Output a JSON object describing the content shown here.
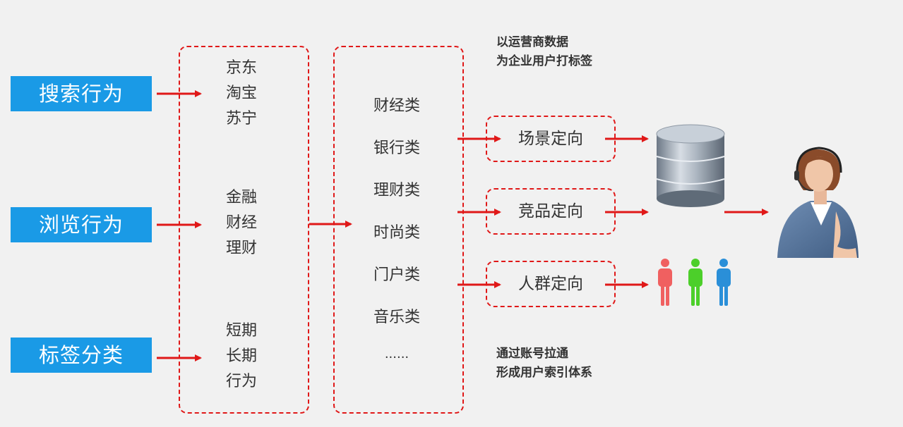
{
  "behaviors": [
    {
      "label": "搜索行为",
      "items": [
        "京东",
        "淘宝",
        "苏宁"
      ]
    },
    {
      "label": "浏览行为",
      "items": [
        "金融",
        "财经",
        "理财"
      ]
    },
    {
      "label": "标签分类",
      "items": [
        "短期",
        "长期",
        "行为"
      ]
    }
  ],
  "categories": [
    "财经类",
    "银行类",
    "理财类",
    "时尚类",
    "门户类",
    "音乐类",
    "......"
  ],
  "targeting": [
    "场景定向",
    "竞品定向",
    "人群定向"
  ],
  "notes": {
    "top": [
      "以运营商数据",
      "为企业用户打标签"
    ],
    "bottom": [
      "通过账号拉通",
      "形成用户索引体系"
    ]
  },
  "icons": {
    "database": "database-icon",
    "people": "people-icon",
    "agent": "customer-service-agent-icon"
  },
  "colors": {
    "blue": "#1a9ae6",
    "red": "#e01818",
    "person_red": "#f06060",
    "person_green": "#4ccf2a",
    "person_blue": "#2a8fd8"
  }
}
